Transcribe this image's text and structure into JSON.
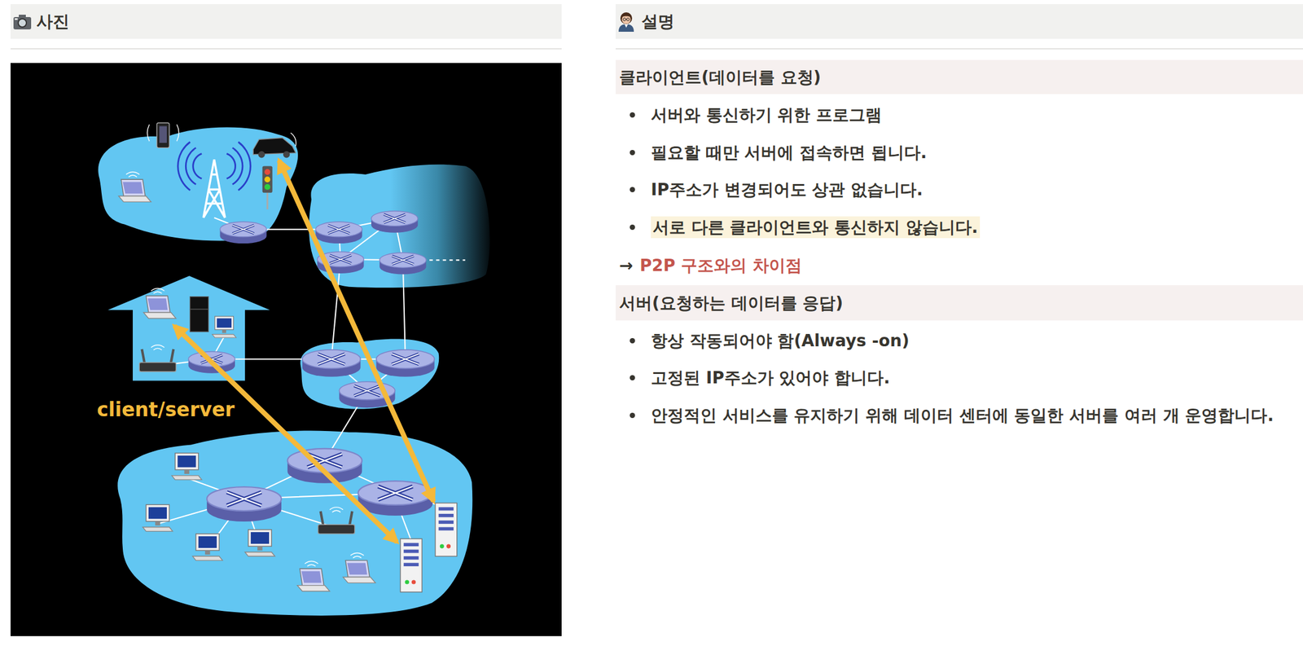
{
  "diagram": {
    "nodes": [
      {
        "text": [
          "사진"
        ]
      },
      {
        "text": [
          "설명"
        ]
      },
      {
        "text": [
          "클라이언트(데이터를 요청)"
        ]
      },
      {
        "text": [
          "서버(요청하는 데이터를 응답)"
        ]
      }
    ],
    "labels": [
      "client/server",
      "서버와 통신하기 위한 프로그램",
      "필요할 때만 서버에 접속하면 됩니다.",
      "IP주소가 변경되어도 상관 없습니다.",
      "서로 다른 클라이언트와 통신하지 않습니다.",
      "→",
      "P2P 구조와의 차이점",
      "항상 작동되어야 함(Always -on)",
      "고정된 IP주소가 있어야 합니다.",
      "안정적인 서비스를 유지하기 위해 데이터 센터에 동일한 서버를 여러 개 운영합니다."
    ]
  }
}
